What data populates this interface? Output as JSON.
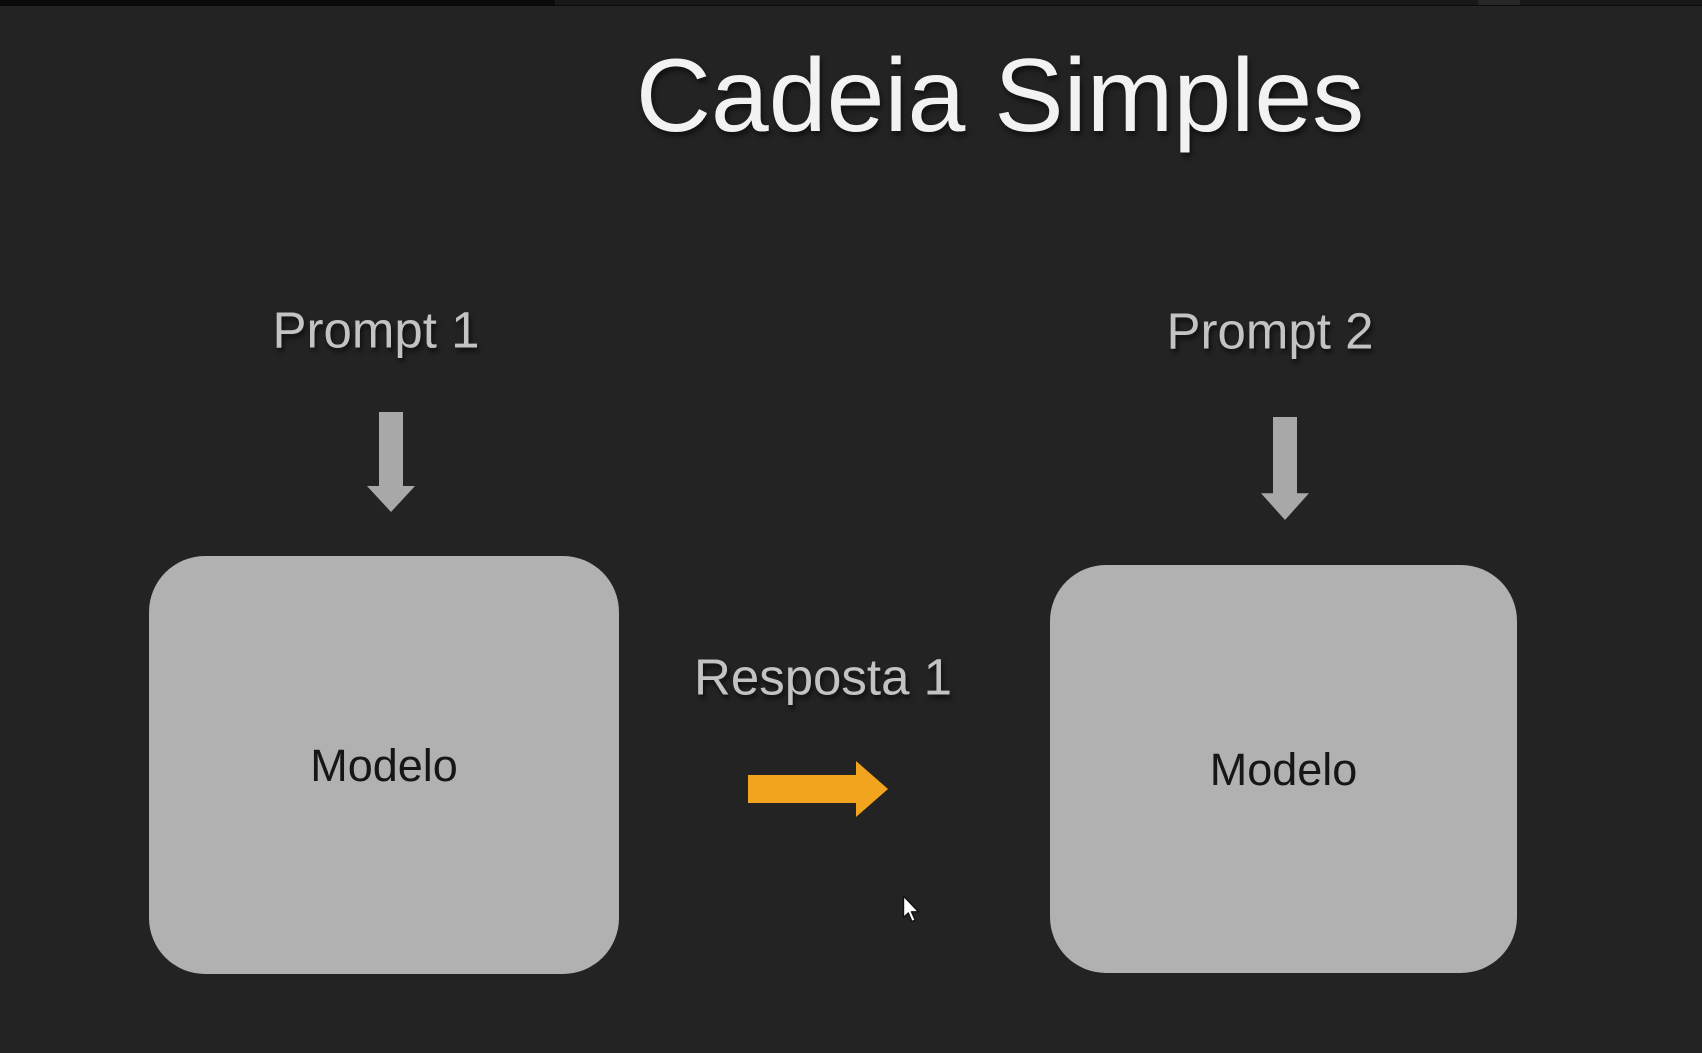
{
  "title": "Cadeia Simples",
  "diagram": {
    "left_chain": {
      "prompt_label": "Prompt 1",
      "model_label": "Modelo"
    },
    "right_chain": {
      "prompt_label": "Prompt 2",
      "model_label": "Modelo"
    },
    "link": {
      "response_label": "Resposta 1"
    }
  },
  "icons": {
    "down_arrow": "block-arrow-down",
    "right_arrow": "block-arrow-right",
    "cursor": "mouse-pointer-arrow"
  },
  "colors": {
    "background": "#232323",
    "top_bar": "#0a0a0a",
    "title_text": "#f2f2f2",
    "label_text": "#c3c3c3",
    "box_fill": "#b1b1b1",
    "box_text": "#161616",
    "gray_arrow": "#a8a8a8",
    "orange_arrow": "#f3a41f",
    "cursor_fill": "#ffffff",
    "cursor_outline": "#111111"
  }
}
